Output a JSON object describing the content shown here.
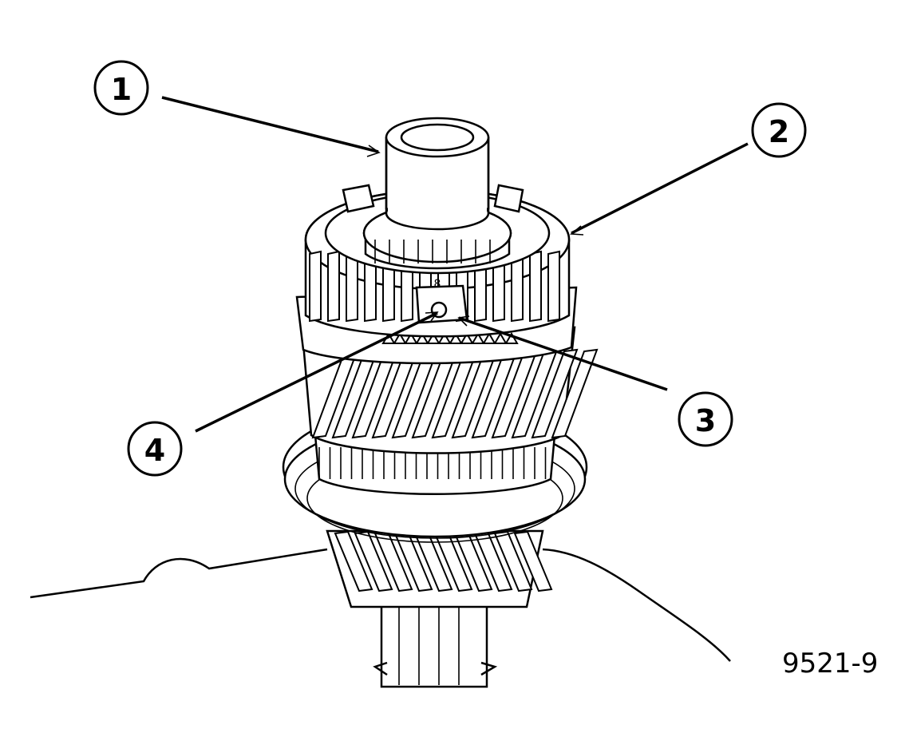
{
  "figure_id": "9521-9",
  "callouts": [
    {
      "label": "1"
    },
    {
      "label": "2"
    },
    {
      "label": "3"
    },
    {
      "label": "4"
    }
  ],
  "colors": {
    "ink": "#000000",
    "paper": "#ffffff"
  }
}
